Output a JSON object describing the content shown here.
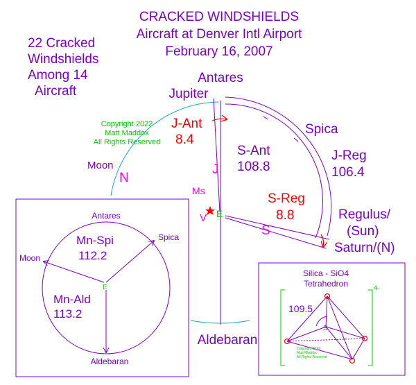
{
  "title": {
    "line1": "CRACKED WINDSHIELDS",
    "line2": "Aircraft at Denver Intl Airport",
    "line3": "February 16, 2007"
  },
  "summary": {
    "line1": "22 Cracked",
    "line2": "Windshields",
    "line3": "Among 14",
    "line4": "Aircraft"
  },
  "copyright": {
    "line1": "Copyright 2022",
    "line2": "Matt Maddox",
    "line3": "All Rights Reserved"
  },
  "main": {
    "antares": "Antares",
    "jupiter": "Jupiter",
    "spica": "Spica",
    "moon": "Moon",
    "n_mark": "N",
    "ms": "Ms",
    "v_mark": "V",
    "e_mark": "E",
    "j_mark": "J",
    "s_mark": "S",
    "regulus": "Regulus/",
    "sun": "(Sun)",
    "saturn": "Saturn/(N)",
    "aldebaran": "Aldebaran",
    "j_ant_label": "J-Ant",
    "j_ant_value": "8.4",
    "s_ant_label": "S-Ant",
    "s_ant_value": "108.8",
    "j_reg_label": "J-Reg",
    "j_reg_value": "106.4",
    "s_reg_label": "S-Reg",
    "s_reg_value": "8.8"
  },
  "inset_left": {
    "antares": "Antares",
    "spica": "Spica",
    "moon": "Moon",
    "aldebaran": "Aldebaran",
    "e_mark": "E",
    "mn_spi_label": "Mn-Spi",
    "mn_spi_value": "112.2",
    "mn_ald_label": "Mn-Ald",
    "mn_ald_value": "113.2"
  },
  "inset_right": {
    "title1": "Silica - SiO4",
    "title2": "Tetrahedron",
    "angle": "109.5",
    "s_mark": "S",
    "charge": "4-",
    "copy1": "Copyright 2022",
    "copy2": "Matt Maddox",
    "copy3": "All Rights Reserved"
  },
  "colors": {
    "purple": "#7a00cc",
    "magenta": "#ff00ff",
    "red": "#ff0000",
    "green": "#00cc00",
    "teal": "#1aa7c4",
    "darkpurple": "#660099"
  }
}
